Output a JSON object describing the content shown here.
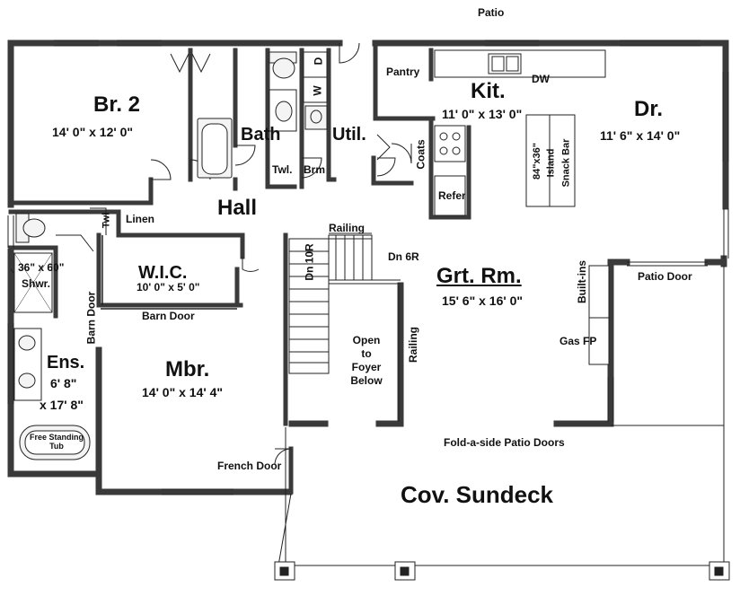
{
  "labels": {
    "patio": "Patio",
    "br2": "Br. 2",
    "br2_dim": "14' 0\" x 12' 0\"",
    "bath": "Bath",
    "twl_bath": "Twl.",
    "brm": "Brm",
    "util": "Util.",
    "washer": "W",
    "dryer": "D",
    "pantry": "Pantry",
    "kit": "Kit.",
    "kit_dim": "11' 0\" x 13' 0\"",
    "dw": "DW",
    "coats": "Coats",
    "refer": "Refer",
    "island_1": "84\"x36\"",
    "island_2": "Island",
    "island_3": "Snack Bar",
    "dr": "Dr.",
    "dr_dim": "11' 6\" x 14' 0\"",
    "hall": "Hall",
    "twl_ens": "Twl",
    "linen": "Linen",
    "railing_top": "Railing",
    "dn10r": "Dn 10R",
    "dn6r": "Dn 6R",
    "grt_rm": "Grt. Rm.",
    "grt_rm_dim": "15' 6\" x 16' 0\"",
    "builtins": "Built-ins",
    "patio_door": "Patio Door",
    "gas_fp": "Gas FP",
    "shower_1": "36\" x 60\"",
    "shower_2": "Shwr.",
    "wic": "W.I.C.",
    "wic_dim": "10' 0\" x 5' 0\"",
    "barn_door_h": "Barn Door",
    "barn_door_v": "Barn Door",
    "ens": "Ens.",
    "ens_dim_1": "6' 8\"",
    "ens_dim_2": "x 17' 8\"",
    "mbr": "Mbr.",
    "mbr_dim": "14' 0\" x 14' 4\"",
    "open_1": "Open",
    "open_2": "to",
    "open_3": "Foyer",
    "open_4": "Below",
    "railing_side": "Railing",
    "tub_1": "Free Standing",
    "tub_2": "Tub",
    "fold_doors": "Fold-a-side Patio Doors",
    "french_door": "French Door",
    "cov_sundeck": "Cov. Sundeck"
  },
  "colors": {
    "wall": "#3a3a3a",
    "line": "#222222",
    "fixture_fill": "#f4f4f4"
  }
}
